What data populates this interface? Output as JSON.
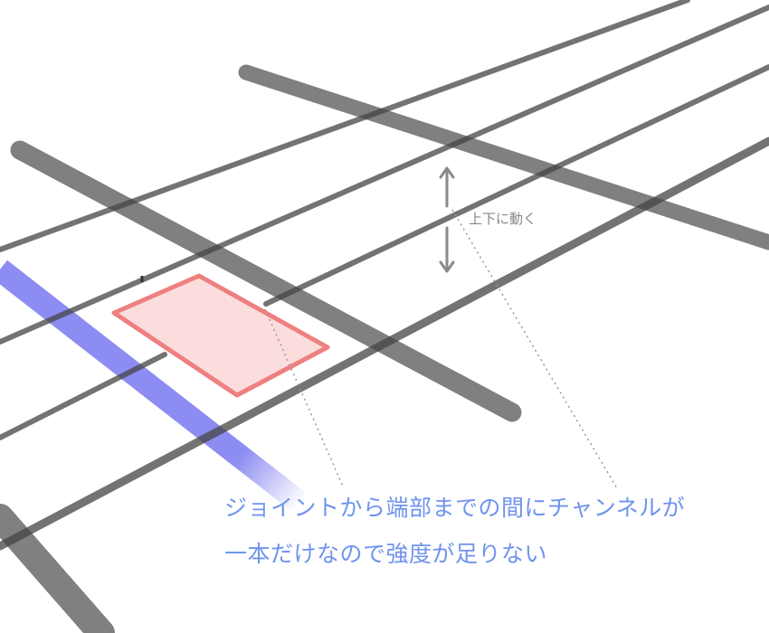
{
  "labels": {
    "movement": "上下に動く"
  },
  "note": {
    "line1": "ジョイントから端部までの間にチャンネルが",
    "line2": "一本だけなので強度が足りない"
  },
  "colors": {
    "beam": "#555555",
    "rail": "#444444",
    "highlight_bar": "#8c8cf2",
    "plate_fill": "#fbd9d9",
    "plate_stroke": "#ee8080",
    "arrow": "#8a8a8a",
    "leader": "#999999",
    "note_text": "#6f93ee"
  }
}
